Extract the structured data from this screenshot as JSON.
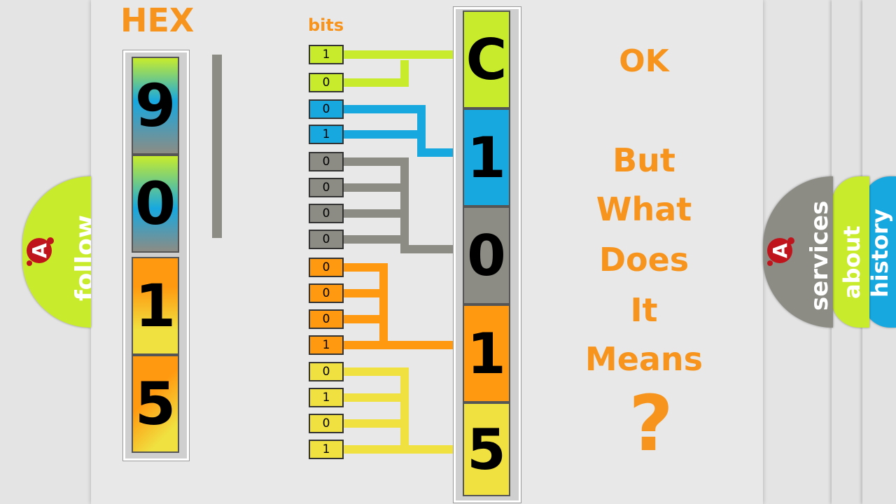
{
  "labels": {
    "hex": "HEX",
    "bits": "bits"
  },
  "hex_digits": [
    {
      "digit": "9",
      "colors": [
        "#c8ec2c",
        "#17a8e0",
        "#8c8c84"
      ]
    },
    {
      "digit": "0",
      "colors": [
        "#c8ec2c",
        "#17a8e0",
        "#8c8c84"
      ]
    },
    {
      "digit": "1",
      "colors": [
        "#ff9910",
        "#f0e040"
      ]
    },
    {
      "digit": "5",
      "colors": [
        "#ff9910",
        "#f0e040"
      ]
    }
  ],
  "bits": [
    "1",
    "0",
    "0",
    "1",
    "0",
    "0",
    "0",
    "0",
    "0",
    "0",
    "0",
    "1",
    "0",
    "1",
    "0",
    "1"
  ],
  "bit_colors": [
    "#c8ec2c",
    "#c8ec2c",
    "#17a8e0",
    "#17a8e0",
    "#8c8c84",
    "#8c8c84",
    "#8c8c84",
    "#8c8c84",
    "#ff9910",
    "#ff9910",
    "#ff9910",
    "#ff9910",
    "#f0e040",
    "#f0e040",
    "#f0e040",
    "#f0e040"
  ],
  "result_digits": [
    {
      "digit": "C",
      "color": "#c8ec2c"
    },
    {
      "digit": "1",
      "color": "#17a8e0"
    },
    {
      "digit": "0",
      "color": "#8c8c84"
    },
    {
      "digit": "1",
      "color": "#ff9910"
    },
    {
      "digit": "5",
      "color": "#f0e040"
    }
  ],
  "message": {
    "line1": "OK",
    "line2": "But",
    "line3": "What",
    "line4": "Does",
    "line5": "It",
    "line6": "Means",
    "mark": "?"
  },
  "tabs": {
    "follow": "follow",
    "services": "services",
    "about": "about",
    "history": "history"
  },
  "colors": {
    "accent": "#f7941d",
    "lime": "#c8ec2c",
    "blue": "#17a8e0",
    "gray": "#8c8c84",
    "orange": "#ff9910",
    "yellow": "#f0e040",
    "logo": "#c0141c"
  }
}
